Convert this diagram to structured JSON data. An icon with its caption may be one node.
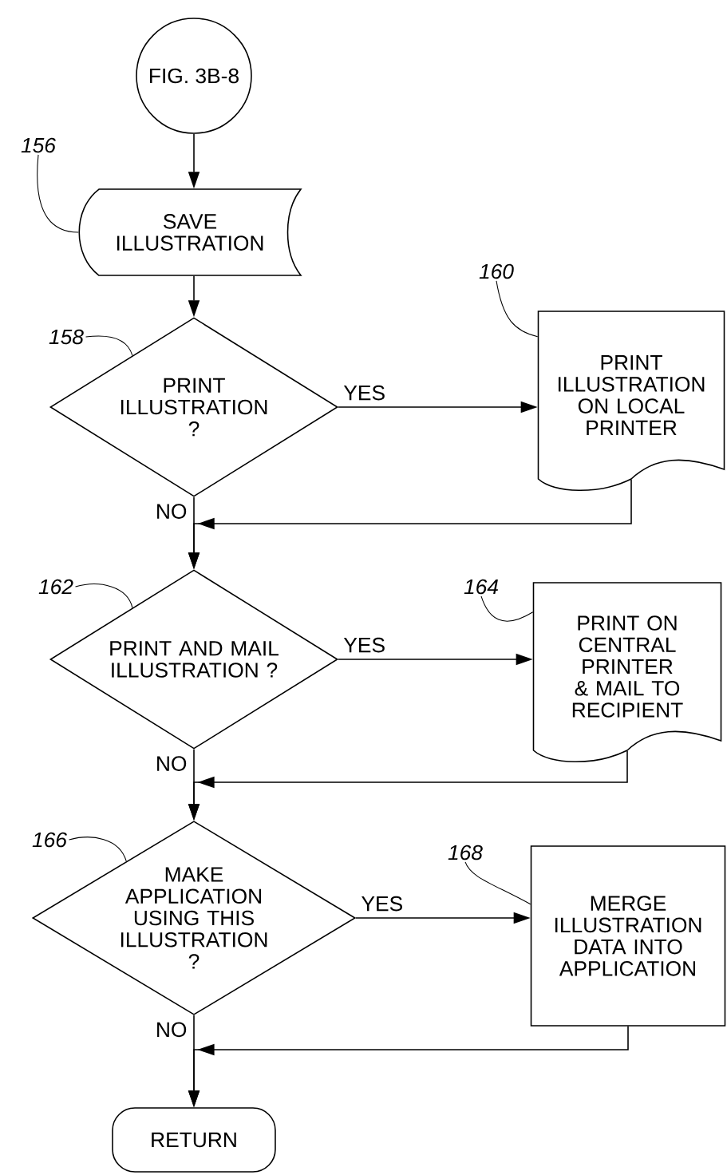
{
  "diagram": {
    "nodes": [
      {
        "text": [
          "FIG. 3B-8"
        ]
      },
      {
        "text": [
          "156"
        ]
      },
      {
        "text": [
          "SAVE ILLUSTRATION"
        ]
      },
      {
        "text": [
          "160"
        ]
      },
      {
        "text": [
          "158"
        ]
      },
      {
        "text": [
          "PRINT ILLUSTRATION ?"
        ]
      },
      {
        "text": [
          "PRINT ILLUSTRATION ON LOCAL PRINTER"
        ]
      },
      {
        "text": [
          "162"
        ]
      },
      {
        "text": [
          "164"
        ]
      },
      {
        "text": [
          "PRINT AND MAIL ILLUSTRATION ?"
        ]
      },
      {
        "text": [
          "PRINT ON CENTRAL PRINTER & MAIL TO RECIPIENT"
        ]
      },
      {
        "text": [
          "166"
        ]
      },
      {
        "text": [
          "168"
        ]
      },
      {
        "text": [
          "MAKE APPLICATION USING THIS ILLUSTRATION ?"
        ]
      },
      {
        "text": [
          "MERGE ILLUSTRATION DATA INTO APPLICATION"
        ]
      },
      {
        "text": [
          "RETURN"
        ]
      }
    ],
    "edges": [
      {
        "from": 0,
        "to": 2,
        "arrow": "to"
      },
      {
        "from": 1,
        "to": 2,
        "arrow": "none"
      },
      {
        "from": 2,
        "to": 5,
        "arrow": "to"
      },
      {
        "from": 3,
        "to": 6,
        "arrow": "none"
      },
      {
        "from": 4,
        "to": 5,
        "arrow": "none"
      },
      {
        "from": 5,
        "to": 6,
        "arrow": "to",
        "label": "YES"
      },
      {
        "from": 5,
        "to": 9,
        "arrow": "to",
        "label": "NO"
      },
      {
        "from": 6,
        "to": 9,
        "arrow": "to"
      },
      {
        "from": 7,
        "to": 9,
        "arrow": "none"
      },
      {
        "from": 8,
        "to": 10,
        "arrow": "none"
      },
      {
        "from": 9,
        "to": 10,
        "arrow": "to",
        "label": "YES"
      },
      {
        "from": 9,
        "to": 13,
        "arrow": "to",
        "label": "NO"
      },
      {
        "from": 10,
        "to": 13,
        "arrow": "to"
      },
      {
        "from": 11,
        "to": 13,
        "arrow": "none"
      },
      {
        "from": 12,
        "to": 14,
        "arrow": "none"
      },
      {
        "from": 13,
        "to": 14,
        "arrow": "to",
        "label": "YES"
      },
      {
        "from": 13,
        "to": 15,
        "arrow": "to",
        "label": "NO"
      },
      {
        "from": 14,
        "to": 15,
        "arrow": "to"
      }
    ]
  }
}
